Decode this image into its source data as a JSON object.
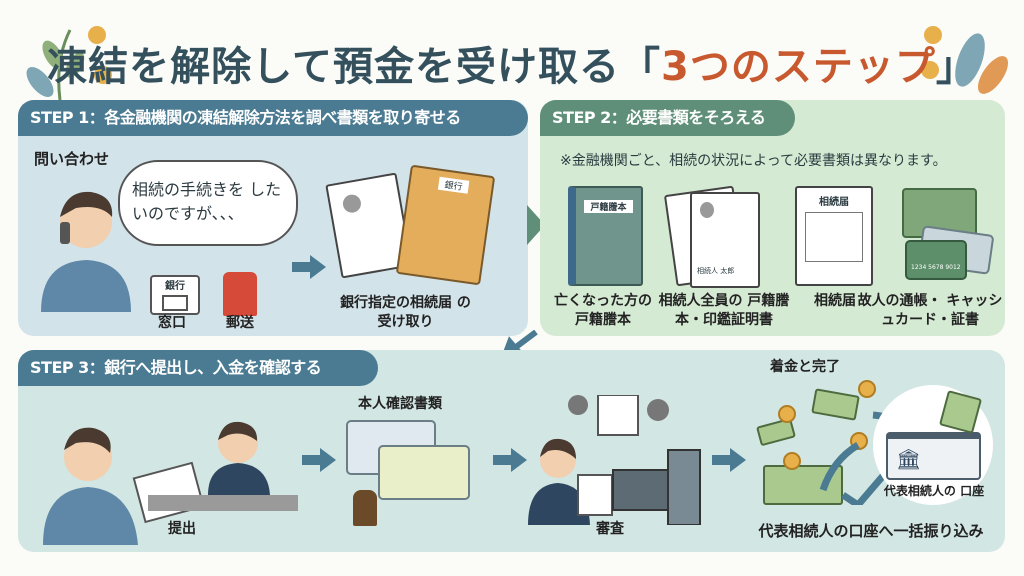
{
  "title": {
    "main": "凍結を解除して預金を受け取る「",
    "accent": "3つのステップ",
    "close": "」"
  },
  "step1": {
    "header": "STEP 1：各金融機関の凍結解除方法を調べ書類を取り寄せる",
    "inquiry_label": "問い合わせ",
    "speech": "相続の手続きを したいのですが、、、",
    "bank_sign": "銀行",
    "counter_label": "窓口",
    "mail_label": "郵送",
    "envelope_text": "銀行",
    "receive_label": "銀行指定の相続届 の受け取り"
  },
  "step2": {
    "header": "STEP 2：必要書類をそろえる",
    "note": "※金融機関ごと、相続の状況によって必要書類は異なります。",
    "items": [
      {
        "doc_text": "戸籍謄本",
        "label": "亡くなった方の 戸籍謄本"
      },
      {
        "doc_text": "相続人 太郎",
        "label": "相続人全員の 戸籍謄本・印鑑証明書"
      },
      {
        "doc_text": "相続届",
        "label": "相続届"
      },
      {
        "doc_text": "1234 5678 9012",
        "label": "故人の通帳・ キャッシュカード・証書"
      }
    ]
  },
  "step3": {
    "header": "STEP 3：銀行へ提出し、入金を確認する",
    "submit_label": "提出",
    "id_docs_label": "本人確認書類",
    "review_label": "審査",
    "complete_label": "着金と完了",
    "account_label": "代表相続人の 口座",
    "transfer_label": "代表相続人の口座へ一括振り込み"
  },
  "colors": {
    "accent": "#c8582e",
    "step_blue": "#4b7b92",
    "step_green": "#5f8f78"
  }
}
